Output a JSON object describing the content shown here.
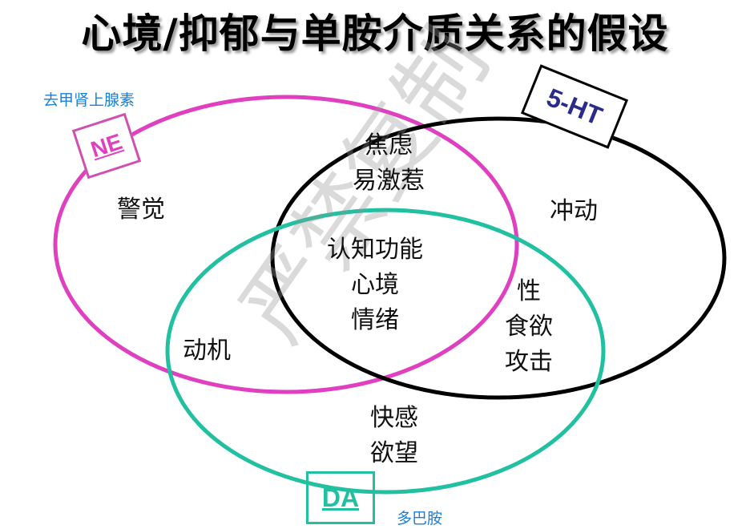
{
  "title": "心境/抑郁与单胺介质关系的假设",
  "transmitters": {
    "ne": {
      "abbr": "NE",
      "name": "去甲肾上腺素",
      "color": "#e040c0"
    },
    "ht": {
      "abbr": "5-HT",
      "name": "",
      "color": "#111111",
      "text_color": "#2b2b8a"
    },
    "da": {
      "abbr": "DA",
      "name": "多巴胺",
      "color": "#20c0a0"
    }
  },
  "regions": {
    "ne_only": "警觉",
    "ht_only": "冲动",
    "ne_ht": [
      "焦虑",
      "易激惹"
    ],
    "ne_da": "动机",
    "all": [
      "认知功能",
      "心境",
      "情绪"
    ],
    "ht_da": [
      "性",
      "食欲",
      "攻击"
    ],
    "da_only": [
      "快感",
      "欲望"
    ]
  },
  "watermark": "严禁复制"
}
